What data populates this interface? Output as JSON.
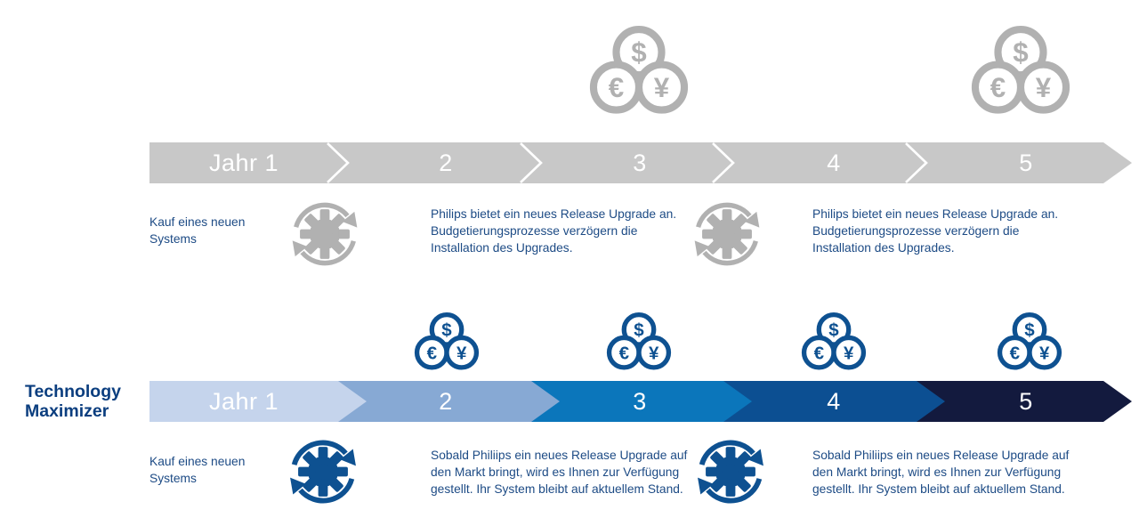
{
  "rows": {
    "standard": {
      "segment_labels": [
        "Jahr 1",
        "2",
        "3",
        "4",
        "5"
      ],
      "purchase_note": "Kauf eines neuen Systems",
      "upgrade_note": "Philips bietet ein neues Release Upgrade an. Budgetierungsprozesse verzögern die Installation des Upgrades."
    },
    "maximizer": {
      "title_line1": "Technology",
      "title_line2": "Maximizer",
      "segment_labels": [
        "Jahr 1",
        "2",
        "3",
        "4",
        "5"
      ],
      "purchase_note": "Kauf eines neuen Systems",
      "upgrade_note": "Sobald Philiips ein neues Release Upgrade auf den Markt bringt, wird es Ihnen zur Verfügung gestellt. Ihr System bleibt auf aktuellem Stand."
    }
  },
  "icons": {
    "currency_symbols": {
      "dollar": "$",
      "euro": "€",
      "yen": "¥"
    },
    "coins_icon_name": "coins-dollar-euro-yen",
    "gear_icon_name": "gear-refresh-cycle"
  },
  "colors": {
    "standard_bar_gray": "#c8c8c8",
    "standard_icon_gray": "#b1b1b1",
    "maximizer_segments": [
      "#c5d4ec",
      "#87a9d4",
      "#0b76bb",
      "#0c4f92",
      "#131a3e"
    ],
    "accent_icon_blue": "#0e5191",
    "title_blue": "#0b3e7f",
    "body_text_blue": "#1d4b85",
    "segment_label_white": "#ffffff"
  }
}
